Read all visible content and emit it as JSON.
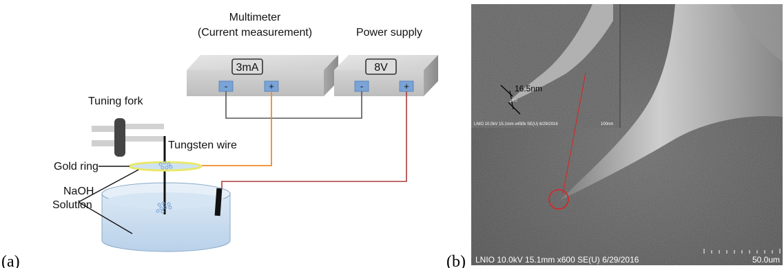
{
  "panel_a": {
    "label": "(a)",
    "multimeter": {
      "title_line1": "Multimeter",
      "title_line2": "(Current measurement)",
      "display": "3mA",
      "minus": "-",
      "plus": "+"
    },
    "power_supply": {
      "title": "Power supply",
      "display": "8V",
      "minus": "-",
      "plus": "+"
    },
    "tuning_fork": "Tuning fork",
    "tungsten_wire": "Tungsten wire",
    "gold_ring": "Gold ring",
    "naoh_line1": "NaOH",
    "naoh_line2": "Solution"
  },
  "panel_b": {
    "label": "(b)",
    "inset_measure": "16.5nm",
    "inset_tiny_measure": "16.5",
    "inset_info": "LNIO 10.0kV 15.1mm x450k SE(U) 6/29/2016",
    "inset_scale": "100nm",
    "info": "LNIO 10.0kV 15.1mm x600 SE(U) 6/29/2016",
    "scale": "50.0um"
  },
  "colors": {
    "box_front": "#c9c9c9",
    "box_top": "#d9d9d9",
    "box_side": "#9a9a9a",
    "terminal": "#7aa3d6",
    "orange_wire": "#f08a24",
    "red_wire": "#a83c3c",
    "gray_wire": "#555555",
    "gold_ring": "#e8e86a",
    "solution": "#cfe0f0",
    "sem_bg": "#5a5a5a",
    "red_marker": "#e02020"
  }
}
